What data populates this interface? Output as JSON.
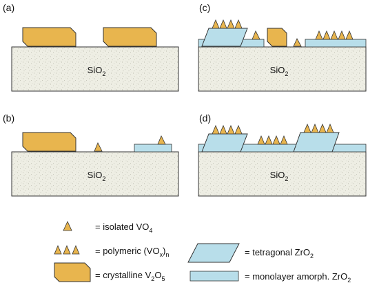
{
  "panels": [
    {
      "label": "(a)",
      "substrate": "SiO",
      "substrate_sub": "2"
    },
    {
      "label": "(b)",
      "substrate": "SiO",
      "substrate_sub": "2"
    },
    {
      "label": "(c)",
      "substrate": "SiO",
      "substrate_sub": "2"
    },
    {
      "label": "(d)",
      "substrate": "SiO",
      "substrate_sub": "2"
    }
  ],
  "legend": {
    "isolated": {
      "pre": "= isolated VO",
      "sub": "4"
    },
    "polymeric": {
      "pre": "= polymeric (VO",
      "sub": "x",
      "mid": ")",
      "sub2": "n"
    },
    "crystalline": {
      "pre": "= crystalline V",
      "sub": "2",
      "mid": "O",
      "sub2": "5"
    },
    "tetragonal": {
      "pre": "= tetragonal ZrO",
      "sub": "2"
    },
    "monolayer": {
      "pre": "= monolayer amorph. ZrO",
      "sub": "2"
    }
  },
  "colors": {
    "vanadia": "#E8B54E",
    "zirconia": "#B8DEEA",
    "substrate": "#EEEEE4",
    "stroke": "#333333"
  }
}
